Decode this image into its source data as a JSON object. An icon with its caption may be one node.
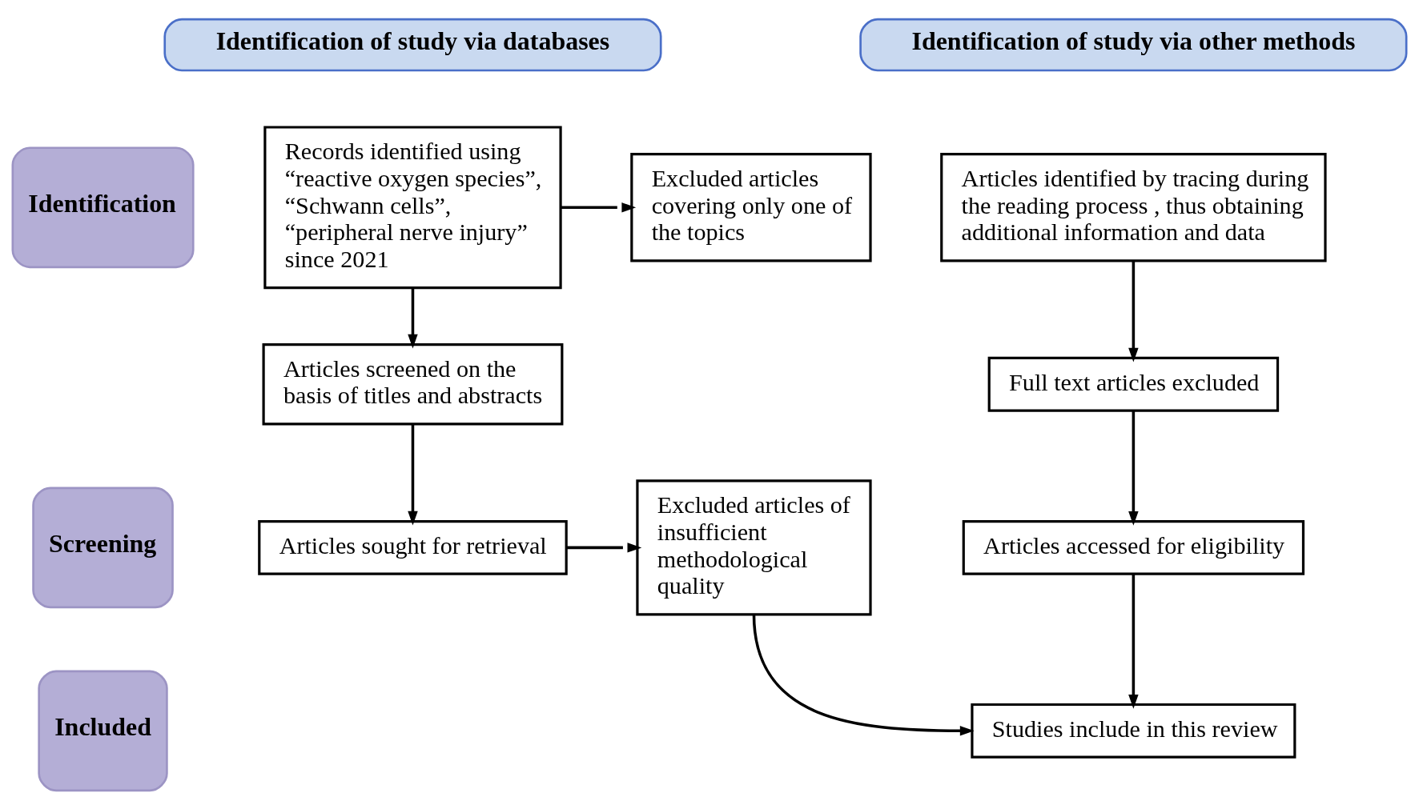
{
  "diagram": {
    "nodes": [
      {
        "text": [
          "Identification of study via databases"
        ]
      },
      {
        "text": [
          "Identification of study via other methods"
        ]
      },
      {
        "text": [
          "Identification"
        ]
      },
      {
        "text": [
          "Screening"
        ]
      },
      {
        "text": [
          "Included"
        ]
      },
      {
        "text": [
          "Records identified using “reactive oxygen species”, “Schwann cells”, “peripheral nerve injury” since 2021"
        ]
      },
      {
        "text": [
          "Excluded articles covering only one of the topics"
        ]
      },
      {
        "text": [
          "Articles identified by tracing during the reading process , thus obtaining additional information and data"
        ]
      },
      {
        "text": [
          "Articles screened on the basis of titles and abstracts"
        ]
      },
      {
        "text": [
          "Full text articles excluded"
        ]
      },
      {
        "text": [
          "Articles sought for retrieval"
        ]
      },
      {
        "text": [
          "Excluded articles of insufficient methodological quality"
        ]
      },
      {
        "text": [
          "Articles accessed for eligibility"
        ]
      },
      {
        "text": [
          "Studies include in this review"
        ]
      }
    ],
    "edges": [
      {
        "from": 5,
        "to": 6,
        "arrow": "to"
      },
      {
        "from": 5,
        "to": 8,
        "arrow": "to"
      },
      {
        "from": 8,
        "to": 10,
        "arrow": "to"
      },
      {
        "from": 10,
        "to": 11,
        "arrow": "to"
      },
      {
        "from": 7,
        "to": 9,
        "arrow": "to"
      },
      {
        "from": 9,
        "to": 12,
        "arrow": "to"
      },
      {
        "from": 12,
        "to": 13,
        "arrow": "to"
      },
      {
        "from": 11,
        "to": 13,
        "arrow": "to"
      }
    ]
  }
}
